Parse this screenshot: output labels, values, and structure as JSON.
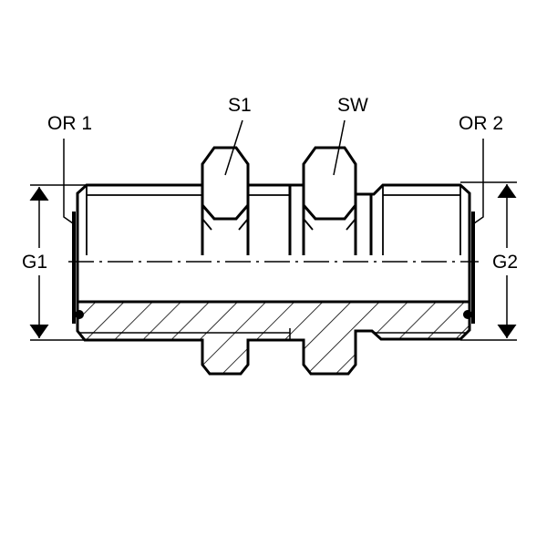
{
  "labels": {
    "or1": "OR 1",
    "s1": "S1",
    "sw": "SW",
    "or2": "OR 2",
    "g1": "G1",
    "g2": "G2"
  },
  "colors": {
    "line": "#000000",
    "background": "#ffffff"
  }
}
